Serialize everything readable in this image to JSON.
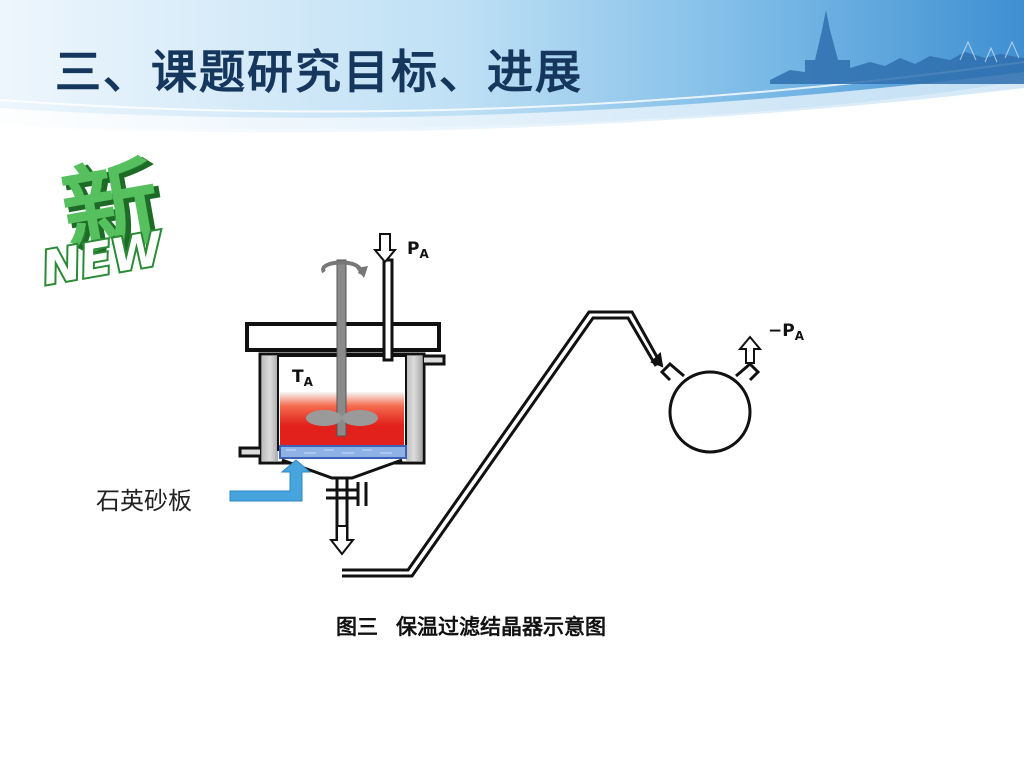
{
  "slide": {
    "title": "三、课题研究目标、进展"
  },
  "badge": {
    "char": "新",
    "word": "NEW"
  },
  "diagram": {
    "labels": {
      "pressure_in": "P",
      "pressure_in_sub": "A",
      "temperature": "T",
      "temperature_sub": "A",
      "pressure_out": "−P",
      "pressure_out_sub": "A"
    },
    "callout": "石英砂板"
  },
  "caption": {
    "figure_no": "图三",
    "text": "保温过滤结晶器示意图"
  },
  "colors": {
    "title": "#16375d",
    "banner_light": "#dcedf8",
    "banner_mid": "#8ec5ea",
    "banner_dark": "#3f8fd1",
    "badge_green": "#3fae49",
    "liquid_red": "#e2201c",
    "frit_blue": "#5b8fd8",
    "callout_arrow": "#47a4dd"
  }
}
